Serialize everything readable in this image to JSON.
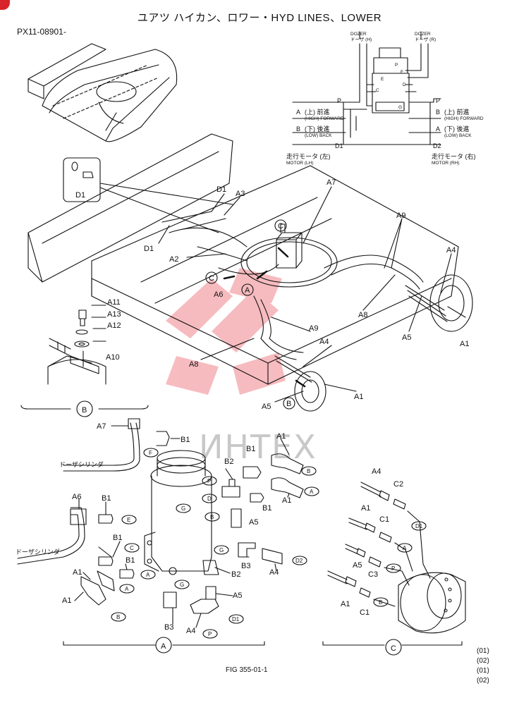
{
  "header": {
    "title": "ユアツ ハイカン、ロワー・HYD LINES、LOWER",
    "model_code": "PX11-08901-",
    "figure_number": "FIG 355-01-1"
  },
  "serials": [
    "(01)",
    "(02)",
    "(01)",
    "(02)"
  ],
  "watermark": "ИНТЕХ",
  "schematic": {
    "dozer_h": [
      "DOZER",
      "ドーザ (H)"
    ],
    "dozer_r": [
      "DOZER",
      "ドーザ (R)"
    ],
    "left_ports": [
      {
        "port": "P",
        "ja": "",
        "en": ""
      },
      {
        "port": "A",
        "ja": "(上) 前進",
        "en": "(HIGH) FORWARD"
      },
      {
        "port": "B",
        "ja": "(下) 後進",
        "en": "(LOW) BACK"
      },
      {
        "port": "D1",
        "ja": "",
        "en": ""
      }
    ],
    "right_ports": [
      {
        "port": "P",
        "ja": "",
        "en": ""
      },
      {
        "port": "B",
        "ja": "(上) 前進",
        "en": "(HIGH) FORWARD"
      },
      {
        "port": "A",
        "ja": "(下) 後進",
        "en": "(LOW) BACK"
      },
      {
        "port": "D2",
        "ja": "",
        "en": ""
      }
    ],
    "motor_lh": [
      "走行モータ (左)",
      "MOTOR (LH)"
    ],
    "motor_rh": [
      "走行モータ (右)",
      "MOTOR (RH)"
    ],
    "swivel_ports": [
      "E",
      "C",
      "F",
      "D",
      "P",
      "G"
    ]
  },
  "main_labels": [
    "D1",
    "D1",
    "A3",
    "A7",
    "A9",
    "A4",
    "C",
    "C",
    "A2",
    "D1",
    "A6",
    "A",
    "A8",
    "A9",
    "A5",
    "A1",
    "A8",
    "A4",
    "A5",
    "B",
    "A1"
  ],
  "detail_b": {
    "circle": "B",
    "parts": [
      "A11",
      "A13",
      "A12",
      "A10"
    ]
  },
  "detail_a": {
    "circle": "A",
    "dozer_cyl": "ドーザシリンダ",
    "parts": [
      "A7",
      "B1",
      "B1",
      "A1",
      "B2",
      "A1",
      "B1",
      "A6",
      "B1",
      "B1",
      "A5",
      "B1",
      "A1",
      "B3",
      "A4",
      "B2",
      "A1",
      "A5",
      "B3",
      "A4"
    ],
    "ports": [
      "F",
      "P",
      "D",
      "B",
      "E",
      "C",
      "G",
      "A",
      "B",
      "A",
      "G",
      "B",
      "D2",
      "P",
      "D1"
    ]
  },
  "detail_c": {
    "circle": "C",
    "parts": [
      "A4",
      "C2",
      "A1",
      "C1",
      "A5",
      "C3",
      "A1",
      "C1"
    ],
    "ports": [
      "D1",
      "A",
      "P",
      "B"
    ]
  },
  "colors": {
    "line": "#111111",
    "watermark_red": "#e8404a",
    "watermark_gray": "#c8c8c8",
    "corner_badge": "#d8232a"
  }
}
